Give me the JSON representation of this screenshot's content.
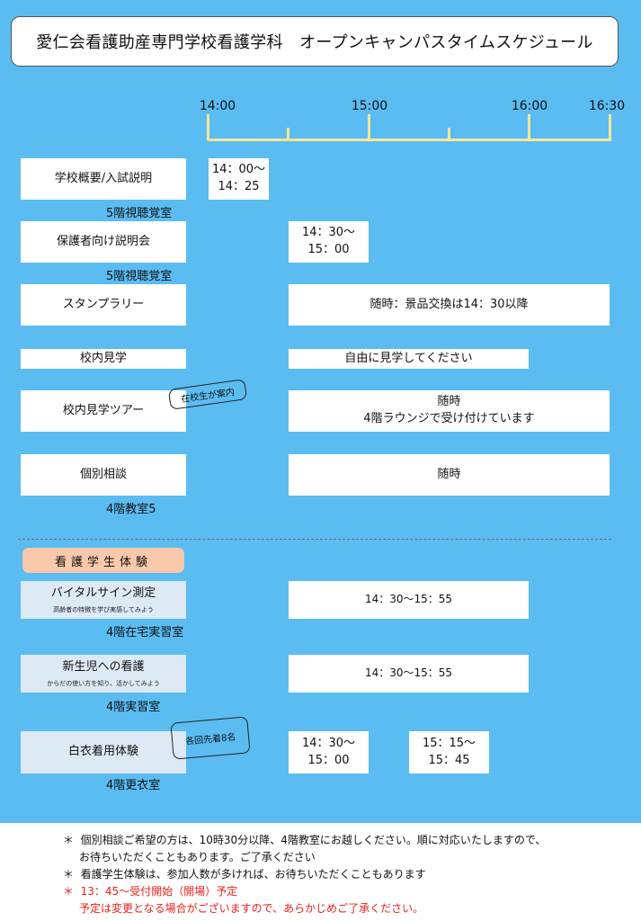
{
  "title": "愛仁会看護助産専門学校看護学科　オープンキャンパスタイムスケジュール",
  "timeline": {
    "labels": [
      "14:00",
      "15:00",
      "16:00",
      "16:30"
    ]
  },
  "events": [
    {
      "name": "学校概要/入試説明",
      "time": "14：00～\n14：25",
      "room": "5階視聴覚室"
    },
    {
      "name": "保護者向け説明会",
      "time": "14：30～\n15：00",
      "room": "5階視聴覚室"
    },
    {
      "name": "スタンプラリー",
      "time": "随時：景品交換は14：30以降"
    },
    {
      "name": "校内見学",
      "time": "自由に見学してください"
    },
    {
      "name": "校内見学ツアー",
      "time": "随時\n4階ラウンジで受け付けています",
      "callout": "在校生が案内"
    },
    {
      "name": "個別相談",
      "time": "随時",
      "room": "4階教室5"
    }
  ],
  "experience": {
    "header": "看護学生体験",
    "items": [
      {
        "name": "バイタルサイン測定",
        "sub": "高齢者の特徴を学び実感してみよう",
        "time": "14：30～15：55",
        "room": "4階在宅実習室"
      },
      {
        "name": "新生児への看護",
        "sub": "からだの使い方を知り、活かしてみよう",
        "time": "14：30～15：55",
        "room": "4階実習室"
      },
      {
        "name": "白衣着用体験",
        "times": [
          "14：30～\n15：00",
          "15：15～\n15：45"
        ],
        "room": "4階更衣室",
        "callout": "各回先着8名"
      }
    ]
  },
  "notes": [
    {
      "mark": "＊",
      "text": "個別相談ご希望の方は、10時30分以降、4階教室にお越しください。順に対応いたしますので、"
    },
    {
      "mark": "",
      "text": "お待ちいただくこともあります。ご了承ください"
    },
    {
      "mark": "＊",
      "text": "看護学生体験は、参加人数が多ければ、お待ちいただくこともあります"
    },
    {
      "mark": "＊",
      "text": "13：45～受付開始（開場）予定",
      "red": true
    },
    {
      "mark": "",
      "text": "予定は変更となる場合がございますので、あらかじめご了承ください。",
      "red": true
    }
  ],
  "colors": {
    "panel": "#5bbcf2",
    "timeline": "#f3e59a",
    "badge": "#f8c9aa",
    "highlight": "#e8201a"
  }
}
